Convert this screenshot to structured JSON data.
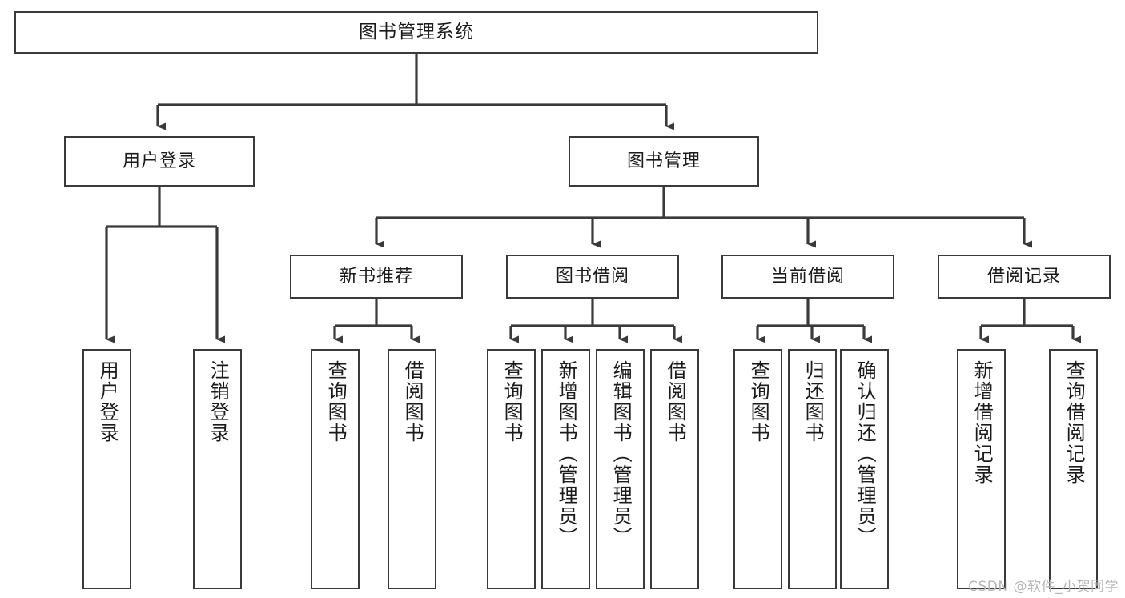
{
  "diagram": {
    "title": "图书管理系统",
    "type": "tree-hierarchy-chart",
    "orientation": "top-down",
    "line_color": "#3a3a3a",
    "box_fill": "#ffffff",
    "text_color": "#1a1a1a"
  },
  "watermark": {
    "text": "CSDN @软件_小贺同学",
    "color": "#b6b6b6"
  },
  "nodes": {
    "root": {
      "label": "图书管理系统",
      "level": 1
    },
    "user_login": {
      "label": "用户登录",
      "level": 2
    },
    "book_manage": {
      "label": "图书管理",
      "level": 2
    },
    "new_book_rec": {
      "label": "新书推荐",
      "level": 3
    },
    "book_borrow": {
      "label": "图书借阅",
      "level": 3
    },
    "current_borrow": {
      "label": "当前借阅",
      "level": 3
    },
    "borrow_record": {
      "label": "借阅记录",
      "level": 3
    },
    "leaf_user_login": {
      "label": "用户登录",
      "level": 4
    },
    "leaf_logout": {
      "label": "注销登录",
      "level": 4
    },
    "leaf_query_book_1": {
      "label": "查询图书",
      "level": 4
    },
    "leaf_borrow_book_1": {
      "label": "借阅图书",
      "level": 4
    },
    "leaf_query_book_2": {
      "label": "查询图书",
      "level": 4
    },
    "leaf_add_book": {
      "label": "新增图书（管理员）",
      "level": 4
    },
    "leaf_edit_book": {
      "label": "编辑图书（管理员）",
      "level": 4
    },
    "leaf_borrow_book_2": {
      "label": "借阅图书",
      "level": 4
    },
    "leaf_query_book_3": {
      "label": "查询图书",
      "level": 4
    },
    "leaf_return_book": {
      "label": "归还图书",
      "level": 4
    },
    "leaf_confirm_return": {
      "label": "确认归还（管理员）",
      "level": 4
    },
    "leaf_add_record": {
      "label": "新增借阅记录",
      "level": 4
    },
    "leaf_query_record": {
      "label": "查询借阅记录",
      "level": 4
    }
  },
  "edges": [
    {
      "from": "root",
      "to": "user_login"
    },
    {
      "from": "root",
      "to": "book_manage"
    },
    {
      "from": "user_login",
      "to": "leaf_user_login"
    },
    {
      "from": "user_login",
      "to": "leaf_logout"
    },
    {
      "from": "book_manage",
      "to": "new_book_rec"
    },
    {
      "from": "book_manage",
      "to": "book_borrow"
    },
    {
      "from": "book_manage",
      "to": "current_borrow"
    },
    {
      "from": "book_manage",
      "to": "borrow_record"
    },
    {
      "from": "new_book_rec",
      "to": "leaf_query_book_1"
    },
    {
      "from": "new_book_rec",
      "to": "leaf_borrow_book_1"
    },
    {
      "from": "book_borrow",
      "to": "leaf_query_book_2"
    },
    {
      "from": "book_borrow",
      "to": "leaf_add_book"
    },
    {
      "from": "book_borrow",
      "to": "leaf_edit_book"
    },
    {
      "from": "book_borrow",
      "to": "leaf_borrow_book_2"
    },
    {
      "from": "current_borrow",
      "to": "leaf_query_book_3"
    },
    {
      "from": "current_borrow",
      "to": "leaf_return_book"
    },
    {
      "from": "current_borrow",
      "to": "leaf_confirm_return"
    },
    {
      "from": "borrow_record",
      "to": "leaf_add_record"
    },
    {
      "from": "borrow_record",
      "to": "leaf_query_record"
    }
  ]
}
